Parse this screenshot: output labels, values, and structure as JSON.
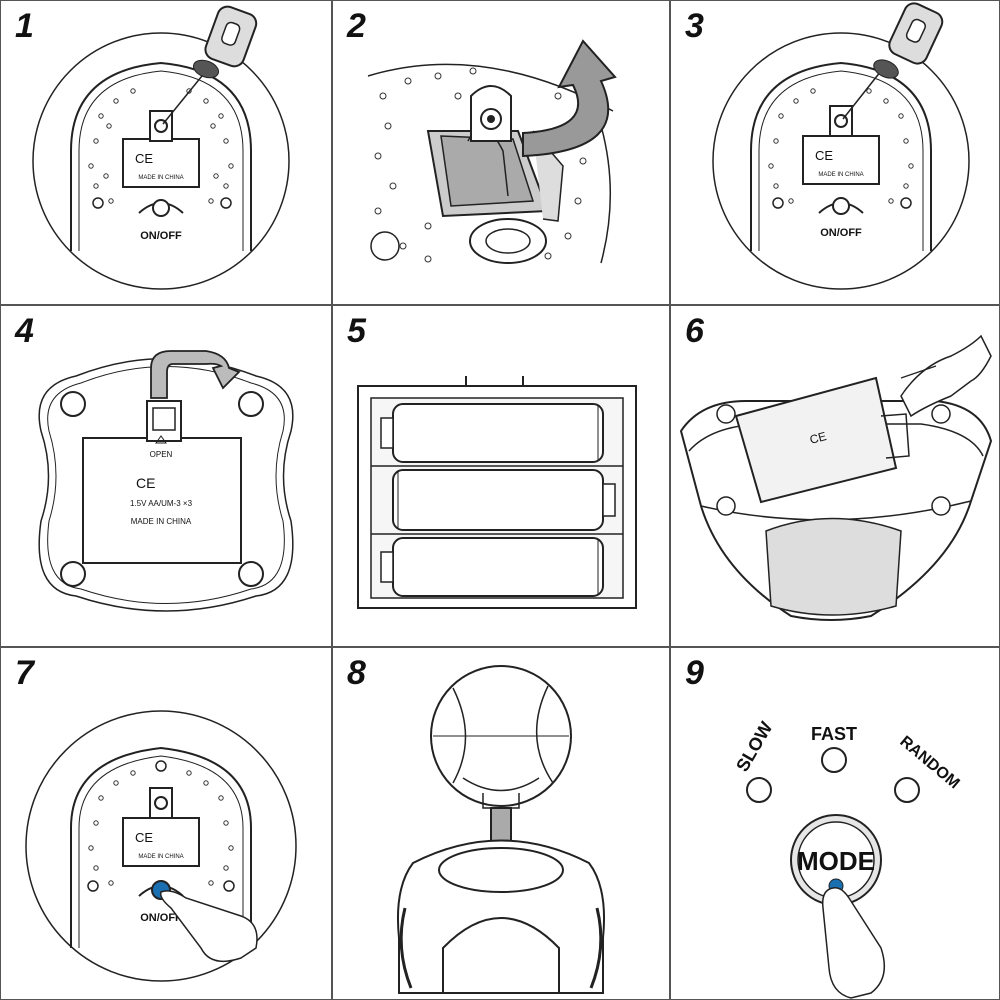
{
  "steps": [
    {
      "number": "1"
    },
    {
      "number": "2"
    },
    {
      "number": "3"
    },
    {
      "number": "4"
    },
    {
      "number": "5"
    },
    {
      "number": "6"
    },
    {
      "number": "7"
    },
    {
      "number": "8"
    },
    {
      "number": "9"
    }
  ],
  "labels": {
    "ce": "CE",
    "made_in_china": "MADE IN CHINA",
    "on_off": "ON/OFF",
    "open": "OPEN",
    "battery_spec": "1.5V AA/UM-3 ×3",
    "mode": "MODE",
    "slow": "SLOW",
    "fast": "FAST",
    "random": "RANDOM"
  },
  "colors": {
    "line": "#222222",
    "grey_fill": "#c8c8c8",
    "button_blue": "#1a6fb0"
  }
}
